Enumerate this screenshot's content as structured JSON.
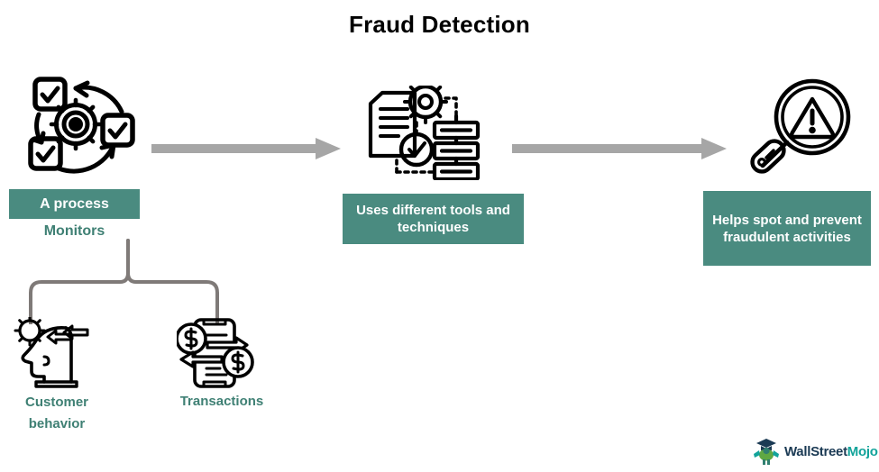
{
  "title": "Fraud Detection",
  "colors": {
    "teal_box": "#4A8B80",
    "teal_text": "#3F8074",
    "arrow_gray": "#A6A6A6",
    "bracket_gray": "#7F7A78",
    "title_black": "#000000",
    "logo_navy": "#1B3A54",
    "logo_teal": "#12A39A"
  },
  "flow": {
    "steps": [
      {
        "id": "process",
        "icon": "process-cycle-gear-checkbox-icon",
        "box_label": "A process",
        "sub_label": "Monitors"
      },
      {
        "id": "tools",
        "icon": "document-gear-database-icon",
        "box_label": "Uses different tools and techniques"
      },
      {
        "id": "outcome",
        "icon": "magnifier-warning-icon",
        "box_label": "Helps spot and prevent fraudulent activities"
      }
    ],
    "arrows": [
      {
        "id": "arrow-1",
        "direction": "right"
      },
      {
        "id": "arrow-2",
        "direction": "right"
      }
    ]
  },
  "monitored_items": [
    {
      "id": "customer-behavior",
      "icon": "head-gear-arrows-icon",
      "label": "Customer behavior"
    },
    {
      "id": "transactions",
      "icon": "money-exchange-arrows-icon",
      "label": "Transactions"
    }
  ],
  "logo": {
    "icon": "wallstreetmojo-mark-icon",
    "text_primary": "WallStreet",
    "text_accent": "Mojo"
  }
}
